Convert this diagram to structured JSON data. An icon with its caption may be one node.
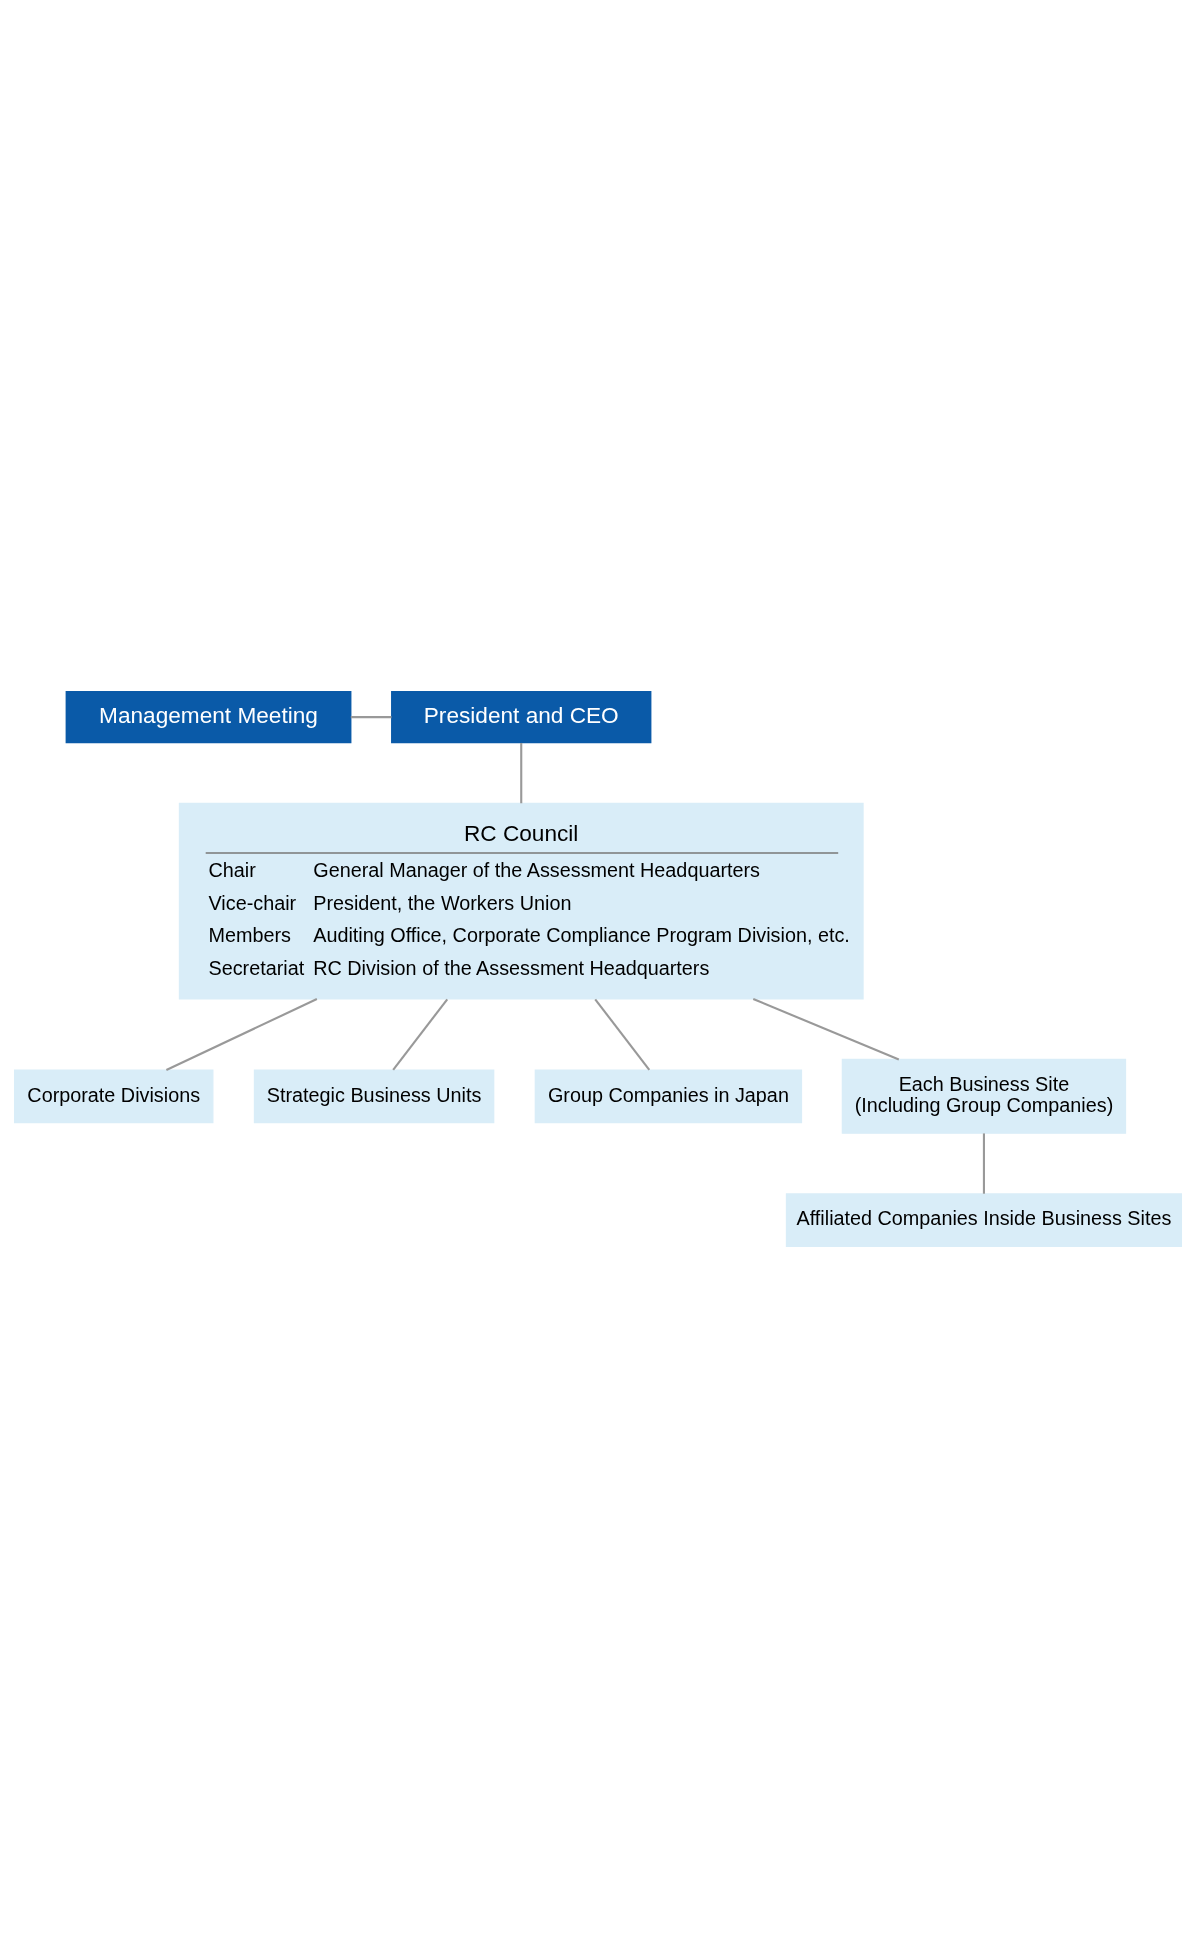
{
  "diagram": {
    "nodes": [
      {
        "text": [
          "President and CEO"
        ]
      },
      {
        "text": [
          "Management Meeting"
        ]
      },
      {
        "text": [
          "RC Council",
          "Chair",
          "General Manager of the Assessment Headquarters",
          "Vice-chair",
          "President, the Workers Union",
          "Members",
          "Auditing Office, Corporate Compliance Program Division, etc.",
          "Secretariat",
          "RC Division of the Assessment Headquarters"
        ]
      },
      {
        "text": [
          "Corporate Divisions"
        ]
      },
      {
        "text": [
          "Strategic Business Units"
        ]
      },
      {
        "text": [
          "Group Companies in Japan"
        ]
      },
      {
        "text": [
          "Each Business Site",
          "(Including Group Companies)"
        ]
      },
      {
        "text": [
          "Affiliated Companies Inside Business Sites"
        ]
      }
    ],
    "edges": [
      {
        "from": 1,
        "to": 0,
        "arrow": "none"
      },
      {
        "from": 0,
        "to": 2,
        "arrow": "none"
      },
      {
        "from": 2,
        "to": 3,
        "arrow": "none"
      },
      {
        "from": 2,
        "to": 4,
        "arrow": "none"
      },
      {
        "from": 2,
        "to": 5,
        "arrow": "none"
      },
      {
        "from": 2,
        "to": 6,
        "arrow": "none"
      },
      {
        "from": 6,
        "to": 7,
        "arrow": "none"
      }
    ]
  }
}
